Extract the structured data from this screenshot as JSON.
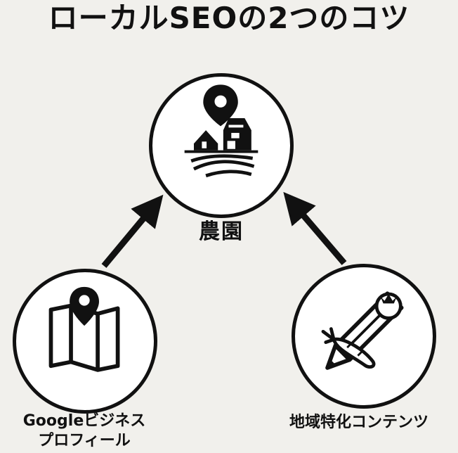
{
  "title": "ローカルSEOの2つのコツ",
  "nodes": {
    "center": {
      "label": "農園",
      "icon": "farm-location-icon"
    },
    "left": {
      "label_line1": "Googleビジネス",
      "label_line2": "プロフィール",
      "icon": "map-pin-icon"
    },
    "right": {
      "label": "地域特化コンテンツ",
      "icon": "pencil-vegetables-icon"
    }
  },
  "colors": {
    "background": "#f1f0ec",
    "stroke": "#111111",
    "circle_fill": "#ffffff"
  }
}
